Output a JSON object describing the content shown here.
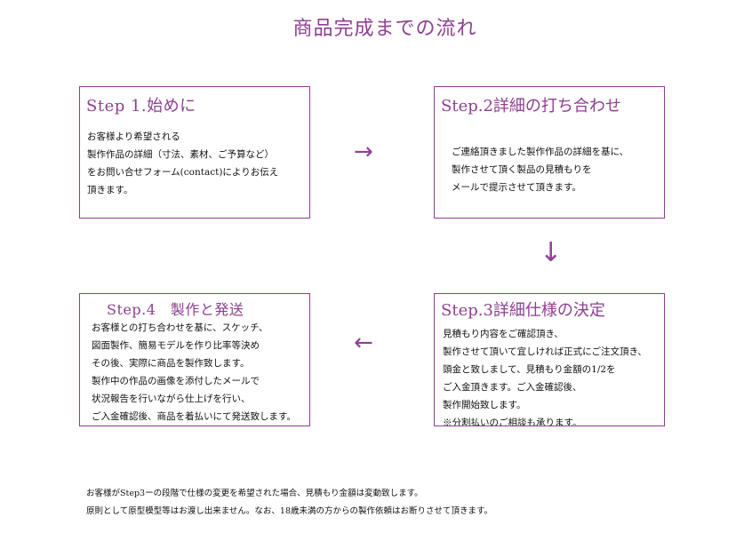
{
  "title": "商品完成までの流れ",
  "steps": [
    {
      "heading": "Step 1.始めに",
      "lines": [
        "お客様より希望される",
        "製作作品の詳細（寸法、素材、ご予算など）",
        "をお問い合せフォーム(contact)によりお伝え",
        "頂きます。"
      ]
    },
    {
      "heading": "Step.2詳細の打ち合わせ",
      "lines": [
        "ご連絡頂きました製作作品の詳細を基に、",
        "製作させて頂く製品の見積もりを",
        "メールで提示させて頂きます。"
      ]
    },
    {
      "heading": "Step.3詳細仕様の決定",
      "lines": [
        "見積もり内容をご確認頂き、",
        "製作させて頂いて宜しければ正式にご注文頂き、",
        "頭金と致しまして、見積もり金額の1/2を",
        "ご入金頂きます。ご入金確認後、",
        "製作開始致します。",
        "※分割払いのご相談も承ります。"
      ]
    },
    {
      "heading": "Step.4　製作と発送",
      "lines": [
        "お客様との打ち合わせを基に、スケッチ、",
        "図面製作、簡易モデルを作り比率等決め",
        "その後、実際に商品を製作致します。",
        "製作中の作品の画像を添付したメールで",
        "状況報告を行いながら仕上げを行い、",
        "ご入金確認後、商品を着払いにて発送致します。"
      ]
    }
  ],
  "arrows": {
    "right": "→",
    "down": "↓",
    "left": "←"
  },
  "notes": [
    "お客様がStep3ーの段階で仕様の変更を希望された場合、見積もり金額は変動致します。",
    "原則として原型模型等はお渡し出来ません。なお、18歳未満の方からの製作依頼はお断りさせて頂きます。"
  ],
  "colors": {
    "accent": "#8e3f92",
    "text": "#111111"
  }
}
